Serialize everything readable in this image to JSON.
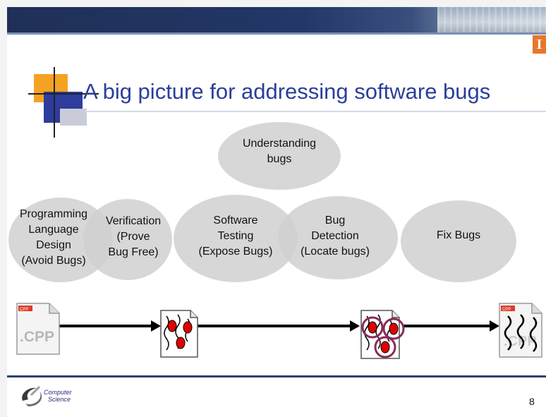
{
  "slide": {
    "title": "A big picture for addressing software bugs",
    "page_number": "8",
    "logo_letter": "I",
    "footer_logo": {
      "line1": "Computer",
      "line2": "Science"
    }
  },
  "bubbles": [
    {
      "id": "understanding",
      "lines": [
        "Understanding",
        "bugs"
      ]
    },
    {
      "id": "programming-language-design",
      "lines": [
        "Programming",
        "Language",
        "Design",
        "(Avoid Bugs)"
      ]
    },
    {
      "id": "verification",
      "lines": [
        "Verification",
        "(Prove",
        "Bug Free)"
      ]
    },
    {
      "id": "software-testing",
      "lines": [
        "Software",
        "Testing",
        "(Expose Bugs)"
      ]
    },
    {
      "id": "bug-detection",
      "lines": [
        "Bug",
        "Detection",
        "(Locate bugs)"
      ]
    },
    {
      "id": "fix-bugs",
      "lines": [
        "Fix Bugs"
      ]
    }
  ],
  "files": [
    {
      "id": "clean-source",
      "label": ".CPP",
      "tag": "CPP"
    },
    {
      "id": "exposed-bugs"
    },
    {
      "id": "located-bugs"
    },
    {
      "id": "fixed-source",
      "label": ".CPP",
      "tag": "CPP"
    }
  ],
  "colors": {
    "title": "#2a3f9a",
    "bug": "#e00000",
    "bug_circle": "#8b2a5a",
    "band": "#233867",
    "accent_orange": "#f5a223",
    "bubble": "#d0d0d0"
  }
}
